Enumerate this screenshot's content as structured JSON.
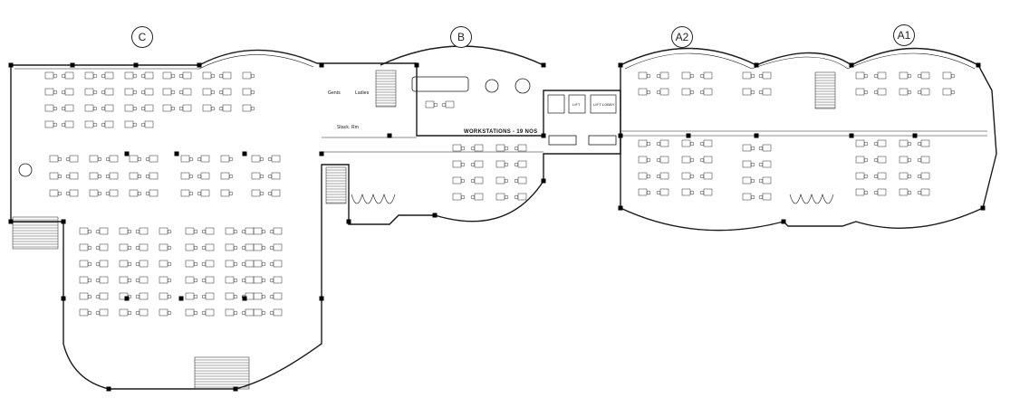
{
  "zones": {
    "c": "C",
    "b": "B",
    "a2": "A2",
    "a1": "A1"
  },
  "labels": {
    "workstations": "WORKSTATIONS - 19 NOS",
    "gents": "Gents",
    "ladies": "Ladies",
    "stack_room": "Stack. Rm",
    "lift": "LIFT",
    "lift_lobby": "LIFT LOBBY"
  },
  "colors": {
    "line": "#1a1a1a",
    "desk": "#2b2b2b",
    "column": "#000000",
    "background": "#ffffff"
  }
}
